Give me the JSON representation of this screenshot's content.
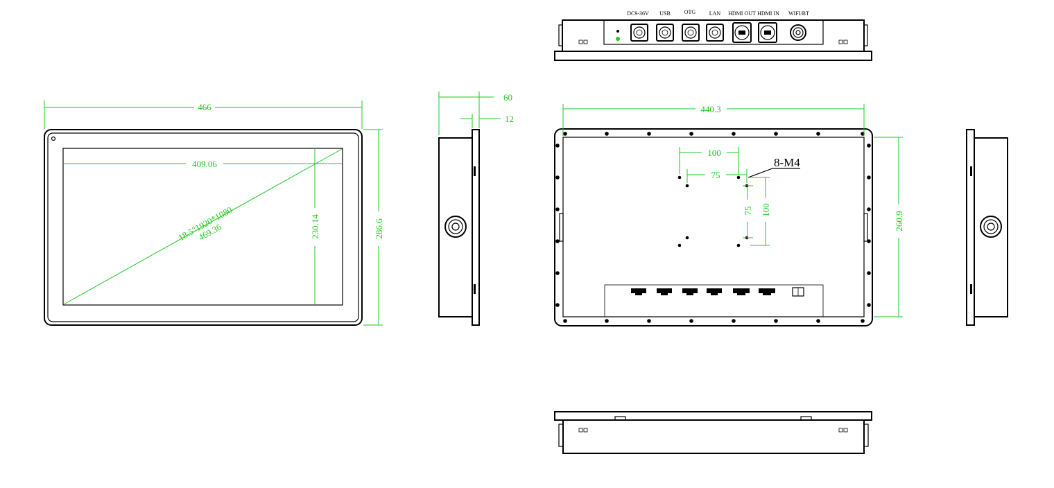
{
  "front_view": {
    "overall_width": "466",
    "screen_width": "409.06",
    "screen_height": "230.14",
    "overall_height": "286.6",
    "diagonal_spec": "18.5\"1920*1080",
    "diagonal_length": "469.36"
  },
  "side_view": {
    "depth": "60",
    "bezel_thickness": "12"
  },
  "rear_view": {
    "width": "440.3",
    "height": "260.9",
    "vesa_large": "100",
    "vesa_small": "75",
    "vesa_small_v": "75",
    "vesa_large_v": "100",
    "screw_callout": "8-M4"
  },
  "top_view": {
    "ports": [
      "DC9-36V",
      "USB",
      "OTG",
      "LAN",
      "HDMI OUT",
      "HDMI IN",
      "WIFI/BT"
    ]
  },
  "colors": {
    "dimension": "#1ec81e",
    "line": "#000000",
    "led": "#22cc22"
  }
}
